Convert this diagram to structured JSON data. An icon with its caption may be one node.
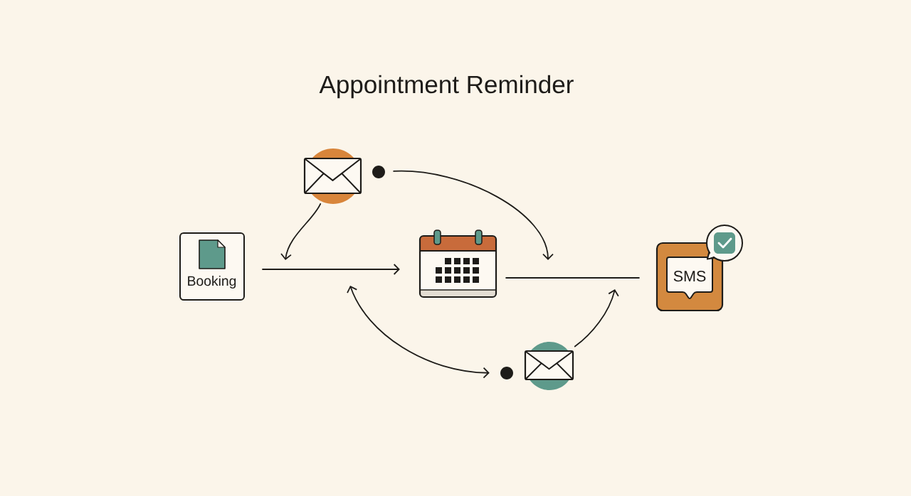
{
  "diagram": {
    "title": "Appointment Reminder",
    "nodes": [
      {
        "text": [],
        "shape": "picture"
      },
      {
        "text": [],
        "shape": "circle"
      },
      {
        "text": [
          "Booking"
        ]
      },
      {
        "text": [],
        "shape": "picture"
      },
      {
        "text": [
          "SMS"
        ]
      },
      {
        "text": [],
        "shape": "circle"
      },
      {
        "text": [],
        "shape": "picture"
      }
    ],
    "edges": [
      {
        "from": 0,
        "to": null,
        "arrow": "to"
      },
      {
        "from": 1,
        "to": null,
        "arrow": "to"
      },
      {
        "from": 2,
        "to": 3,
        "arrow": "to"
      },
      {
        "from": 3,
        "to": 4,
        "arrow": "none"
      },
      {
        "from": null,
        "to": 5,
        "arrow": "both"
      },
      {
        "from": 6,
        "to": null,
        "arrow": "to"
      }
    ]
  }
}
